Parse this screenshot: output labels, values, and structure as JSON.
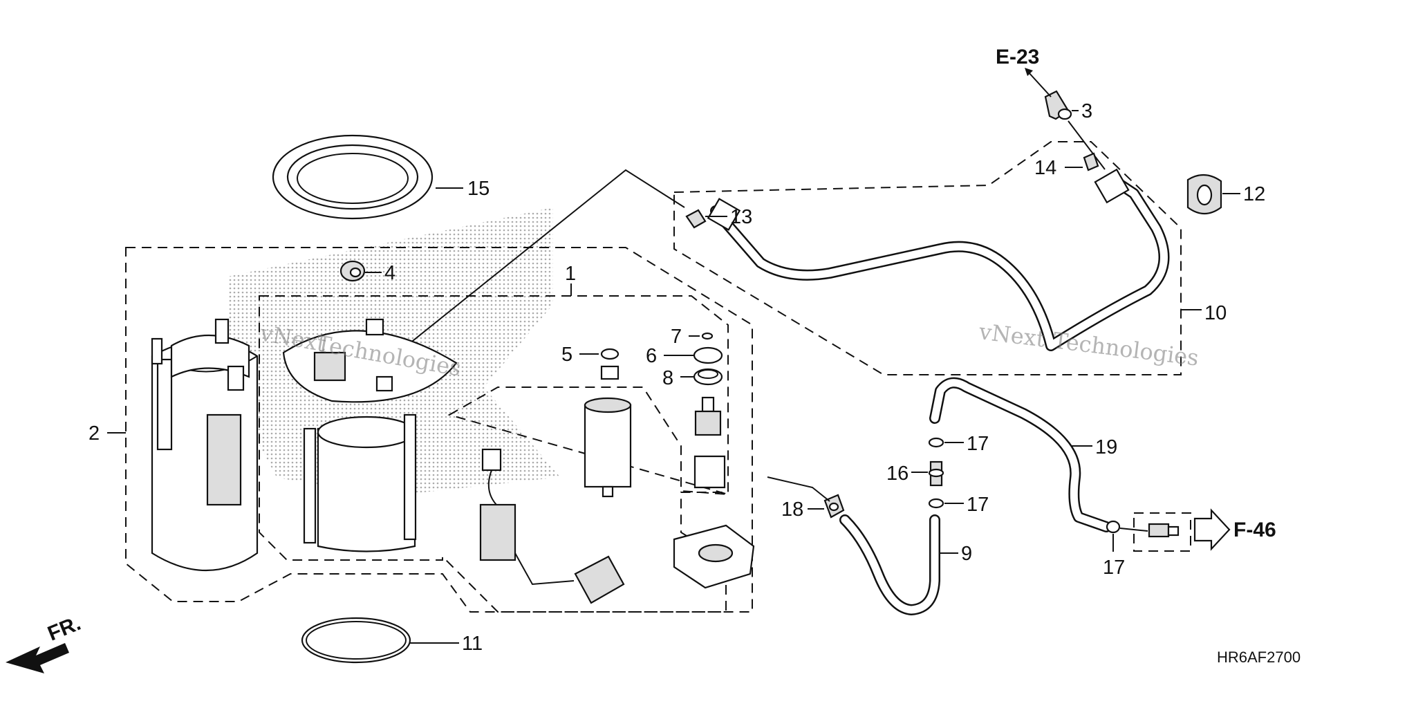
{
  "callouts": {
    "c1": "1",
    "c2": "2",
    "c3": "3",
    "c4": "4",
    "c5": "5",
    "c6": "6",
    "c7": "7",
    "c8": "8",
    "c9": "9",
    "c10": "10",
    "c11": "11",
    "c12": "12",
    "c13": "13",
    "c14": "14",
    "c15": "15",
    "c16": "16",
    "c17a": "17",
    "c17b": "17",
    "c17c": "17",
    "c18": "18",
    "c19": "19"
  },
  "references": {
    "e23": "E-23",
    "f46": "F-46",
    "front": "FR."
  },
  "diagram_code": "HR6AF2700",
  "watermarks": {
    "w1_line1": "vNext",
    "w1_line2": "Technologies",
    "w2_line1": "vNext",
    "w2_line2": "Technologies"
  }
}
